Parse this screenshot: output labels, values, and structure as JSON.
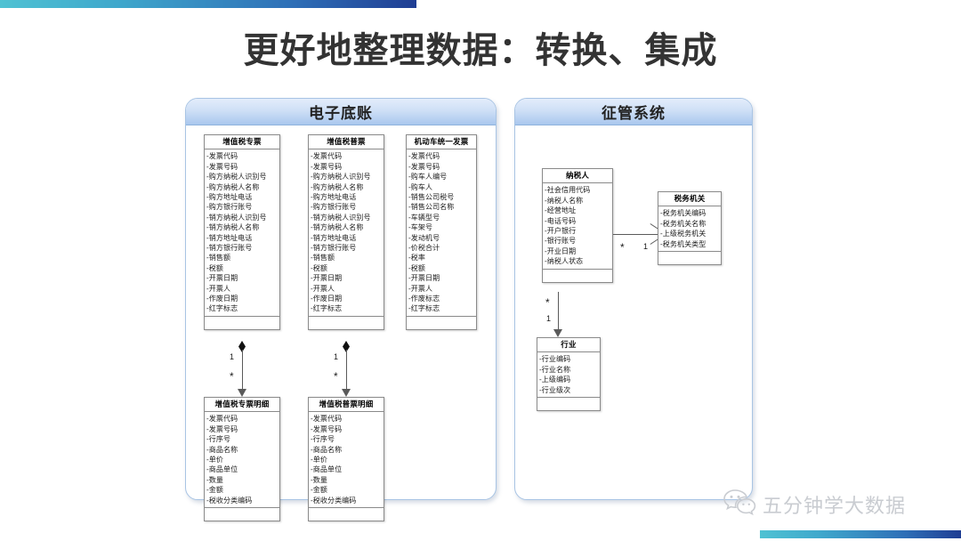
{
  "slide": {
    "title": "更好地整理数据：转换、集成"
  },
  "decor": {
    "gradient_start": "#4FC2D3",
    "gradient_end": "#1F3D93",
    "panel_border": "#a8c4e4",
    "panel_header_top": "#e3edfb",
    "panel_header_bottom": "#a9c7ee"
  },
  "watermark": {
    "text": "五分钟学大数据",
    "icon": "wechat-icon",
    "color": "#c9ccd1"
  },
  "panels": [
    {
      "id": "electronic-ledger",
      "title": "电子底账",
      "classes": [
        {
          "id": "vat-special-invoice",
          "name": "增值税专票",
          "attributes": [
            "发票代码",
            "发票号码",
            "购方纳税人识别号",
            "购方纳税人名称",
            "购方地址电话",
            "购方银行账号",
            "销方纳税人识别号",
            "销方纳税人名称",
            "销方地址电话",
            "销方银行账号",
            "销售额",
            "税额",
            "开票日期",
            "开票人",
            "作废日期",
            "红字标志"
          ]
        },
        {
          "id": "vat-common-invoice",
          "name": "增值税普票",
          "attributes": [
            "发票代码",
            "发票号码",
            "购方纳税人识别号",
            "购方纳税人名称",
            "购方地址电话",
            "购方银行账号",
            "销方纳税人识别号",
            "销方纳税人名称",
            "销方地址电话",
            "销方银行账号",
            "销售额",
            "税额",
            "开票日期",
            "开票人",
            "作废日期",
            "红字标志"
          ]
        },
        {
          "id": "motor-vehicle-invoice",
          "name": "机动车统一发票",
          "attributes": [
            "发票代码",
            "发票号码",
            "购车人编号",
            "购车人",
            "销售公司税号",
            "销售公司名称",
            "车辆型号",
            "车架号",
            "发动机号",
            "价税合计",
            "税率",
            "税额",
            "开票日期",
            "开票人",
            "作废标志",
            "红字标志"
          ]
        },
        {
          "id": "vat-special-invoice-detail",
          "name": "增值税专票明细",
          "attributes": [
            "发票代码",
            "发票号码",
            "行序号",
            "商品名称",
            "单价",
            "商品单位",
            "数量",
            "金额",
            "税收分类编码"
          ]
        },
        {
          "id": "vat-common-invoice-detail",
          "name": "增值税普票明细",
          "attributes": [
            "发票代码",
            "发票号码",
            "行序号",
            "商品名称",
            "单价",
            "商品单位",
            "数量",
            "金额",
            "税收分类编码"
          ]
        }
      ],
      "relations": [
        {
          "id": "rel-special",
          "from": "增值税专票",
          "to": "增值税专票明细",
          "type": "composition",
          "source_multiplicity": "1",
          "target_multiplicity": "*"
        },
        {
          "id": "rel-common",
          "from": "增值税普票",
          "to": "增值税普票明细",
          "type": "composition",
          "source_multiplicity": "1",
          "target_multiplicity": "*"
        }
      ]
    },
    {
      "id": "collection-management-system",
      "title": "征管系统",
      "classes": [
        {
          "id": "taxpayer",
          "name": "纳税人",
          "attributes": [
            "社会信用代码",
            "纳税人名称",
            "经营地址",
            "电话号码",
            "开户银行",
            "银行账号",
            "开业日期",
            "纳税人状态"
          ]
        },
        {
          "id": "tax-authority",
          "name": "税务机关",
          "attributes": [
            "税务机关编码",
            "税务机关名称",
            "上级税务机关",
            "税务机关类型"
          ]
        },
        {
          "id": "industry",
          "name": "行业",
          "attributes": [
            "行业编码",
            "行业名称",
            "上级编码",
            "行业级次"
          ]
        }
      ],
      "relations": [
        {
          "id": "rel-taxpayer-authority",
          "from": "纳税人",
          "to": "税务机关",
          "type": "association",
          "source_multiplicity": "*",
          "target_multiplicity": "1"
        },
        {
          "id": "rel-taxpayer-industry",
          "from": "纳税人",
          "to": "行业",
          "type": "association",
          "source_multiplicity": "*",
          "target_multiplicity": "1"
        }
      ]
    }
  ]
}
